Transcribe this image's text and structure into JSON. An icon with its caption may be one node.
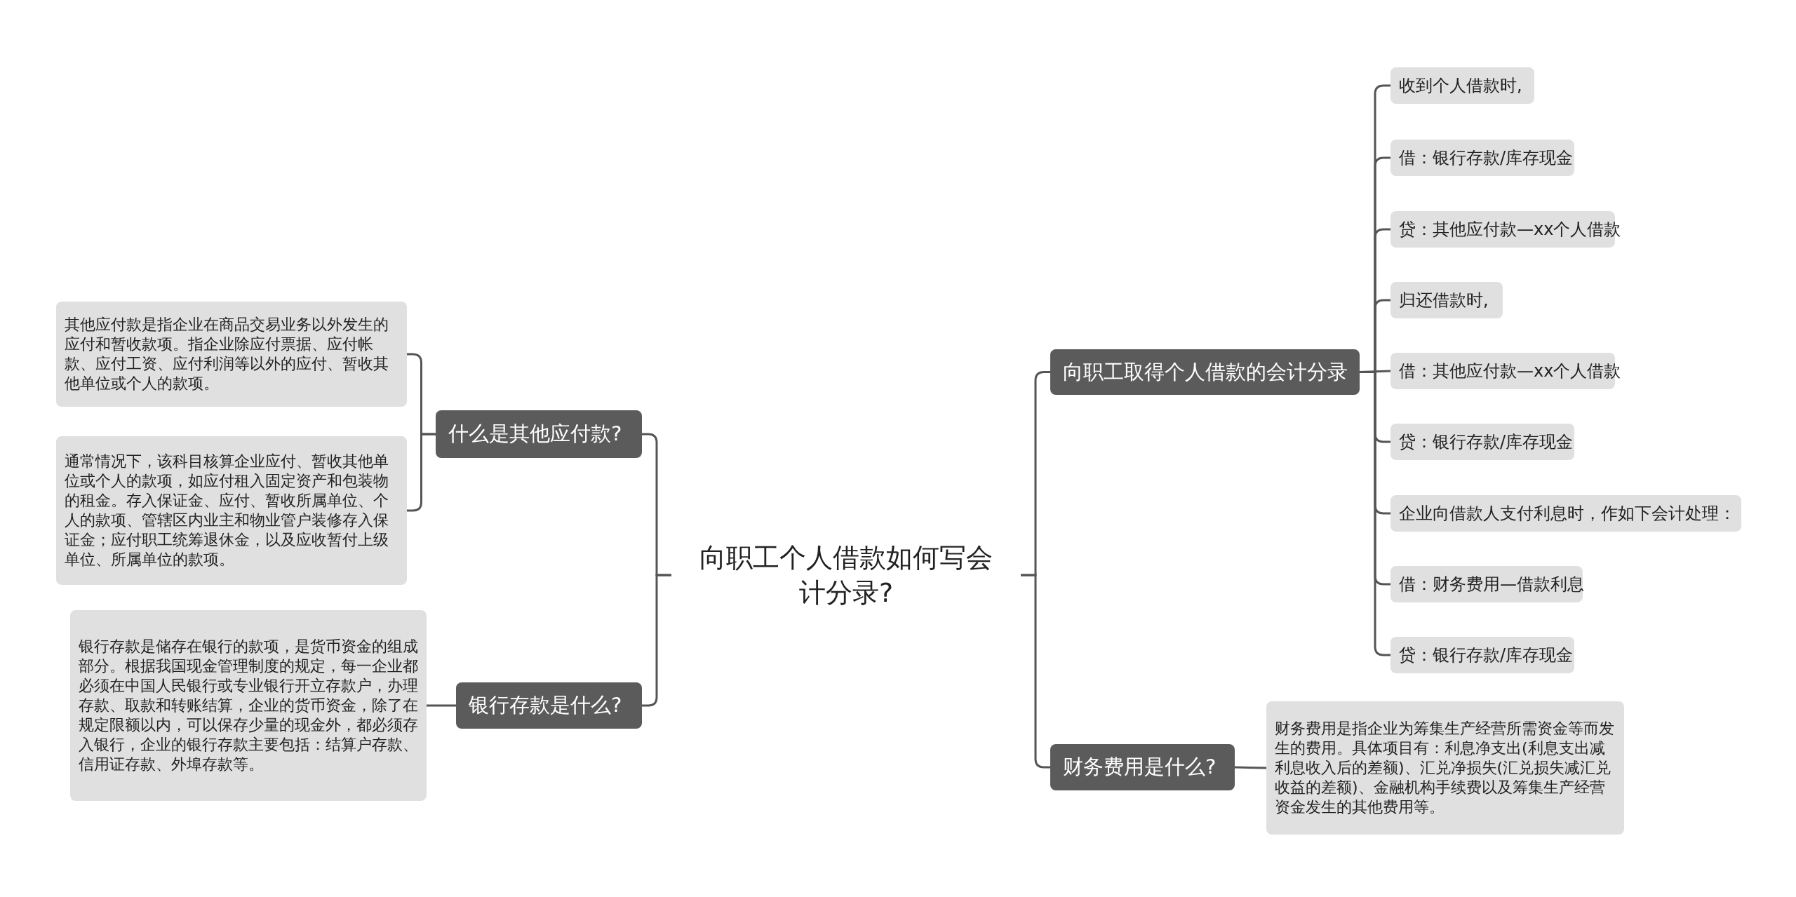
{
  "diagram": {
    "nodes": [
      {
        "text": [
          "向职工个人借款如何写会计分录?"
        ]
      },
      {
        "text": [
          "什么是其他应付款?"
        ]
      },
      {
        "text": [
          "其他应付款是指企业在商品交易业务以外发生的应付和暂收款项。指企业除应付票据、应付帐款、应付工资、应付利润等以外的应付、暂收其他单位或个人的款项。"
        ]
      },
      {
        "text": [
          "通常情况下，该科目核算企业应付、暂收其他单位或个人的款项，如应付租入固定资产和包装物的租金。存入保证金、应付、暂收所属单位、个人的款项、管辖区内业主和物业管户装修存入保证金；应付职工统筹退休金，以及应收暂付上级单位、所属单位的款项。"
        ]
      },
      {
        "text": [
          "银行存款是什么?"
        ]
      },
      {
        "text": [
          "银行存款是储存在银行的款项，是货币资金的组成部分。根据我国现金管理制度的规定，每一企业都必须在中国人民银行或专业银行开立存款户，办理存款、取款和转账结算，企业的货币资金，除了在规定限额以内，可以保存少量的现金外，都必须存入银行，企业的银行存款主要包括：结算户存款、信用证存款、外埠存款等。"
        ]
      },
      {
        "text": [
          "向职工取得个人借款的会计分录"
        ]
      },
      {
        "text": [
          "收到个人借款时,"
        ]
      },
      {
        "text": [
          "借：银行存款/库存现金"
        ]
      },
      {
        "text": [
          "贷：其他应付款—xx个人借款"
        ]
      },
      {
        "text": [
          "归还借款时,"
        ]
      },
      {
        "text": [
          "借：其他应付款—xx个人借款"
        ]
      },
      {
        "text": [
          "贷：银行存款/库存现金"
        ]
      },
      {
        "text": [
          "企业向借款人支付利息时，作如下会计处理："
        ]
      },
      {
        "text": [
          "借：财务费用—借款利息"
        ]
      },
      {
        "text": [
          "贷：银行存款/库存现金"
        ]
      },
      {
        "text": [
          "财务费用是什么?"
        ]
      },
      {
        "text": [
          "财务费用是指企业为筹集生产经营所需资金等而发生的费用。具体项目有：利息净支出(利息支出减利息收入后的差额)、汇兑净损失(汇兑损失减汇兑收益的差额)、金融机构手续费以及筹集生产经营资金发生的其他费用等。"
        ]
      }
    ],
    "edges": [
      {
        "from": 0,
        "to": 1,
        "arrow": "none"
      },
      {
        "from": 0,
        "to": 4,
        "arrow": "none"
      },
      {
        "from": 0,
        "to": 6,
        "arrow": "none"
      },
      {
        "from": 0,
        "to": 16,
        "arrow": "none"
      },
      {
        "from": 1,
        "to": 2,
        "arrow": "none"
      },
      {
        "from": 1,
        "to": 3,
        "arrow": "none"
      },
      {
        "from": 4,
        "to": 5,
        "arrow": "none"
      },
      {
        "from": 6,
        "to": 7,
        "arrow": "none"
      },
      {
        "from": 6,
        "to": 8,
        "arrow": "none"
      },
      {
        "from": 6,
        "to": 9,
        "arrow": "none"
      },
      {
        "from": 6,
        "to": 10,
        "arrow": "none"
      },
      {
        "from": 6,
        "to": 11,
        "arrow": "none"
      },
      {
        "from": 6,
        "to": 12,
        "arrow": "none"
      },
      {
        "from": 6,
        "to": 13,
        "arrow": "none"
      },
      {
        "from": 6,
        "to": 14,
        "arrow": "none"
      },
      {
        "from": 6,
        "to": 15,
        "arrow": "none"
      },
      {
        "from": 16,
        "to": 17,
        "arrow": "none"
      }
    ]
  }
}
